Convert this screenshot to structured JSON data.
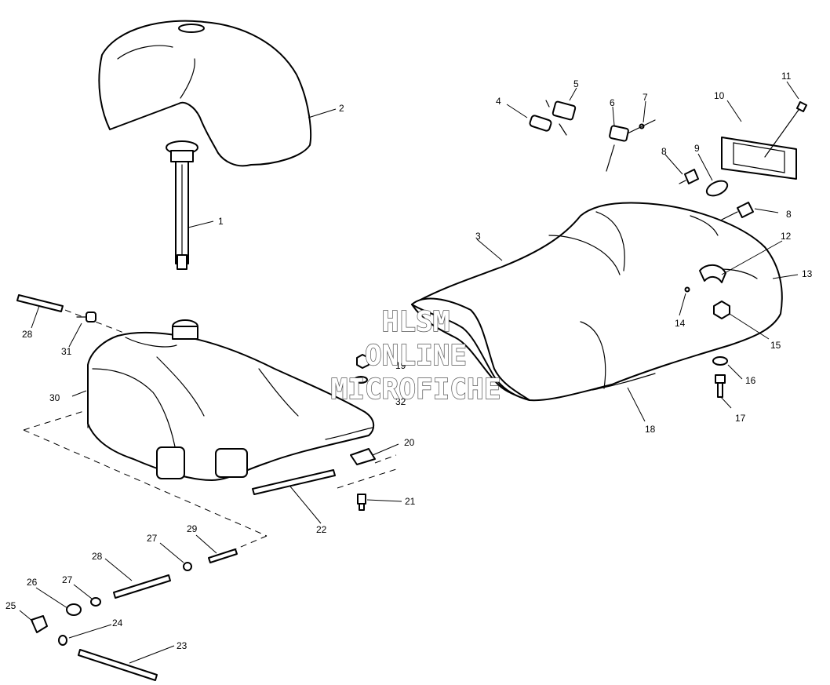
{
  "watermark": {
    "line1": "HLSM",
    "line2": "ONLINE",
    "line3": "MICROFICHE"
  },
  "callouts": {
    "c1": "1",
    "c2": "2",
    "c3": "3",
    "c4": "4",
    "c5": "5",
    "c6": "6",
    "c7": "7",
    "c8a": "8",
    "c8b": "8",
    "c9": "9",
    "c10": "10",
    "c11": "11",
    "c12": "12",
    "c13": "13",
    "c14": "14",
    "c15": "15",
    "c16": "16",
    "c17": "17",
    "c18": "18",
    "c19": "19",
    "c20": "20",
    "c21": "21",
    "c22": "22",
    "c23": "23",
    "c24": "24",
    "c25": "25",
    "c26": "26",
    "c27a": "27",
    "c27b": "27",
    "c28a": "28",
    "c28b": "28",
    "c29": "29",
    "c30": "30",
    "c31": "31",
    "c32": "32"
  }
}
